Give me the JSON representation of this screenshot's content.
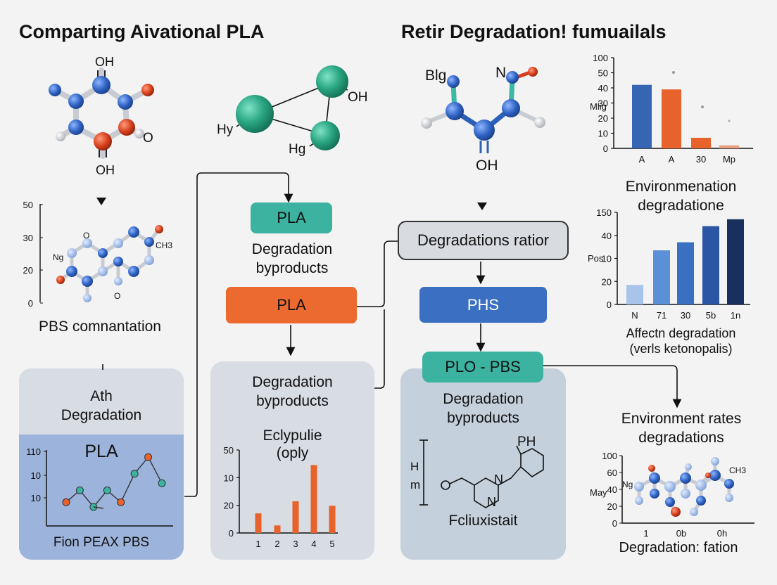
{
  "titles": {
    "left": "Comparting Aivational PLA",
    "right": "Retir Degradation! fumuailals"
  },
  "molecules": {
    "hex1": {
      "top": "OH",
      "right": "O",
      "bottom": "OH"
    },
    "triad": {
      "right": "OH",
      "left": "Hy",
      "bottom": "Hg"
    },
    "center": {
      "left": "Blg",
      "right": "N",
      "bottom": "OH"
    },
    "left_mini": {
      "left": "Ng",
      "top": "O",
      "right": "CH3",
      "bottom": "O"
    },
    "ring": {
      "top": "PH",
      "left": "H",
      "left2": "m",
      "n1": "N",
      "n2": "N"
    },
    "right_mini": {
      "left": "Ng",
      "right": "CH3"
    }
  },
  "flow": {
    "pla_top": "PLA",
    "degradation_byproducts_1": "Degradation\nbyproducts",
    "pla_orange": "PLA",
    "ratio_box": "Degradations ratior",
    "phs_box": "PHS",
    "plo_pbs_box": "PLO - PBS"
  },
  "texts": {
    "pbs_comm": "PBS comnantation",
    "env_chart_title": "Environmenation\ndegradatione",
    "env_chart_caption": "Affectn degradation\n(verls ketonopalis)",
    "env_rates": "Environment  rates\ndegradations",
    "degradation_fation": "Degradation: fation"
  },
  "panels": {
    "ath": {
      "title": "Ath\nDegradation",
      "sub": "PLA",
      "footer": "Fion PEAX PBS"
    },
    "mid": {
      "title": "Degradation\nbyproducts",
      "sub": "Eclypulie\n(oply"
    },
    "right": {
      "title": "Degradation\nbyproducts",
      "footer": "Fcliuxistait"
    }
  },
  "colors": {
    "teal": "#3bb3a0",
    "orange": "#ec6a2f",
    "blue": "#3a6fc1",
    "dark_navy": "#16305c",
    "light_panel": "#d8dce3",
    "blue_panel": "#9cb3dc"
  },
  "chart_data": [
    {
      "type": "bar",
      "categories": [
        "A",
        "A",
        "30",
        "Mp"
      ],
      "values": [
        42,
        39,
        7,
        2
      ],
      "ylabel": "Mlig",
      "yticks": [
        "0",
        "10",
        "20",
        "30",
        "40",
        "50",
        "100"
      ],
      "ylim": [
        0,
        60
      ],
      "bar_colors": [
        "#3565b3",
        "#e8622c",
        "#e8622c",
        "#e8a080"
      ]
    },
    {
      "type": "bar",
      "categories": [
        "N",
        "71",
        "30",
        "5b",
        "1n"
      ],
      "values": [
        17,
        47,
        54,
        68,
        74
      ],
      "ylabel": "Pos",
      "yticks": [
        "0",
        "20",
        "10",
        "40",
        "150"
      ],
      "ylim": [
        0,
        80
      ],
      "bar_colors": [
        "#a9c4ea",
        "#5b8fd8",
        "#3a6fc1",
        "#2b56a6",
        "#17305e"
      ]
    },
    {
      "type": "bar",
      "categories": [
        "1",
        "2",
        "3",
        "4",
        "5"
      ],
      "values": [
        13,
        5,
        21,
        45,
        18
      ],
      "yticks": [
        "0",
        "20",
        "10",
        "50"
      ],
      "ylim": [
        0,
        55
      ],
      "bar_colors": [
        "#e8622c",
        "#e8622c",
        "#e8622c",
        "#e8622c",
        "#e8622c"
      ]
    },
    {
      "type": "line",
      "x": [
        1,
        2,
        3,
        4,
        5,
        6,
        7,
        8
      ],
      "y": [
        10,
        15,
        8,
        15,
        10,
        22,
        29,
        18
      ],
      "yticks": [
        "10",
        "10",
        "110"
      ],
      "ylim": [
        0,
        32
      ],
      "point_colors": [
        "#e8622c",
        "#3bb3a0",
        "#3bb3a0",
        "#3bb3a0",
        "#e8622c",
        "#3bb3a0",
        "#e8622c",
        "#3bb3a0"
      ]
    },
    {
      "type": "line",
      "x": [
        0,
        1,
        2
      ],
      "y": [
        0,
        0,
        0
      ],
      "ylabel": "May",
      "xticks": [
        "1",
        "0b",
        "0h"
      ],
      "yticks": [
        "0",
        "20",
        "40",
        "60",
        "100"
      ]
    },
    {
      "type": "line",
      "x": [
        0,
        1,
        2,
        3
      ],
      "y": [
        0,
        0,
        0,
        0
      ],
      "yticks": [
        "0",
        "20",
        "30",
        "50"
      ]
    }
  ]
}
